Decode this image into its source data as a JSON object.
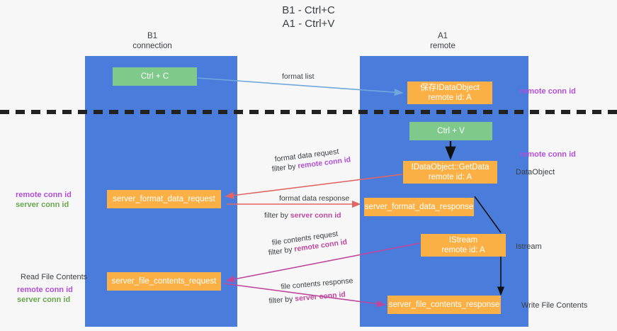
{
  "title": {
    "line1": "B1 - Ctrl+C",
    "line2": "A1 - Ctrl+V"
  },
  "columns": {
    "left": {
      "name": "B1",
      "role": "connection"
    },
    "right": {
      "name": "A1",
      "role": "remote"
    }
  },
  "boxes": {
    "ctrl_c": {
      "label": "Ctrl + C",
      "color": "#7fc98a"
    },
    "save_dataobject": {
      "line1": "保存IDataObject",
      "line2": "remote id: A",
      "color": "#fbb046"
    },
    "ctrl_v": {
      "label": "Ctrl + V",
      "color": "#7fc98a"
    },
    "getdata": {
      "line1": "IDataObject::GetData",
      "line2": "remote id: A",
      "color": "#fbb046"
    },
    "server_format_data_request": {
      "label": "server_format_data_request",
      "color": "#fbb046"
    },
    "server_format_data_response": {
      "label": "server_format_data_response",
      "color": "#fbb046"
    },
    "istream": {
      "line1": "IStream",
      "line2": "remote id: A",
      "color": "#fbb046"
    },
    "server_file_contents_request": {
      "label": "server_file_contents_request",
      "color": "#fbb046"
    },
    "server_file_contents_response": {
      "label": "server_file_contents_response",
      "color": "#fbb046"
    }
  },
  "edges": {
    "format_list": {
      "label": "format list",
      "color": "#6fa8dc"
    },
    "format_data_request": {
      "label": "format data request",
      "filter_prefix": "filter by ",
      "filter_key": "remote conn id",
      "color": "#e06666"
    },
    "format_data_response": {
      "label": "format data response",
      "filter_prefix": "filter by ",
      "filter_key": "server conn id",
      "color": "#e06666"
    },
    "file_contents_request": {
      "label": "file contents request",
      "filter_prefix": "filter by ",
      "filter_key": "remote conn id",
      "color": "#c0489c"
    },
    "file_contents_response": {
      "label": "file contents response",
      "filter_prefix": "filter by ",
      "filter_key": "server conn id",
      "color": "#c0489c"
    }
  },
  "annotations": {
    "right_remote_conn_id_top": "remote conn id",
    "right_remote_conn_id_mid": "remote conn id",
    "right_dataobject": "DataObject",
    "right_istream": "Istream",
    "right_write_file_contents": "Write File Contents",
    "left_remote_conn_id_1": "remote conn id",
    "left_server_conn_id_1": "server conn id",
    "left_read_file_contents": "Read File Contents",
    "left_remote_conn_id_2": "remote conn id",
    "left_server_conn_id_2": "server conn id"
  },
  "colors": {
    "lane": "#4a7ddb",
    "green_box": "#7fc98a",
    "orange_box": "#fbb046",
    "purple": "#b14fd8",
    "magenta": "#c0489c",
    "green_text": "#6aa84f",
    "red_arrow": "#e06666",
    "blue_arrow": "#6fa8dc",
    "background": "#f7f7f7"
  }
}
